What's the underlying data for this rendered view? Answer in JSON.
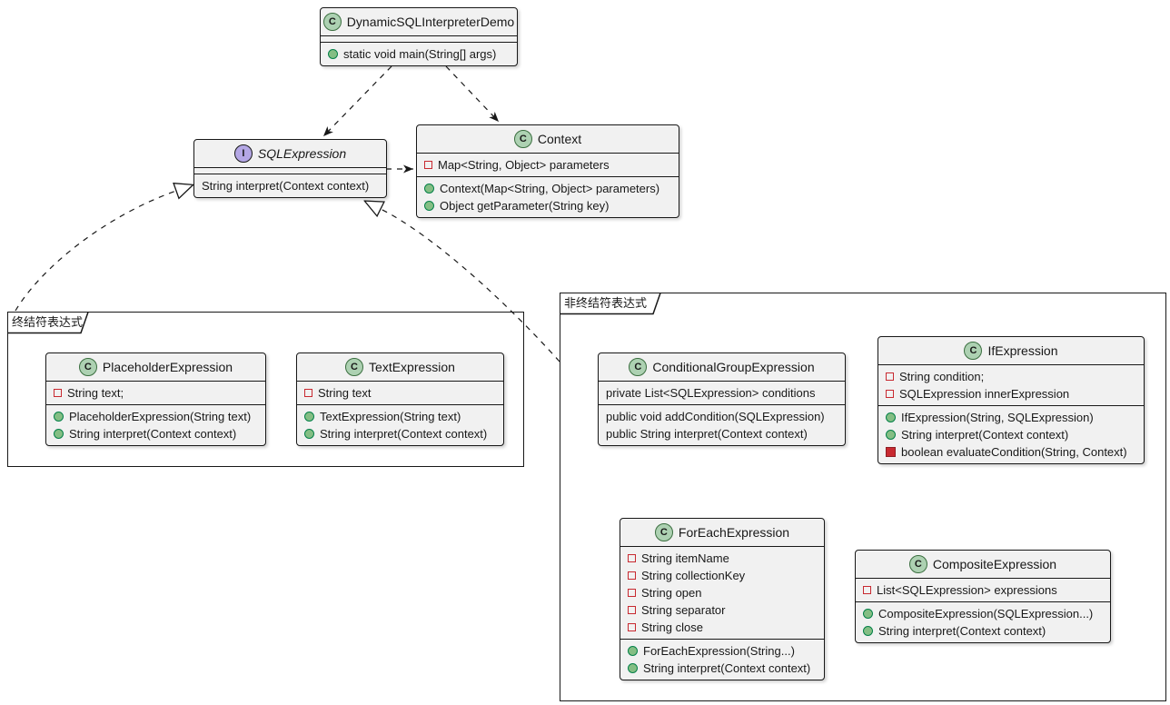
{
  "frames": {
    "terminal": {
      "label": "终结符表达式"
    },
    "nonterminal": {
      "label": "非终结符表达式"
    }
  },
  "classes": {
    "demo": {
      "spot": "C",
      "name": "DynamicSQLInterpreterDemo",
      "methods": {
        "main": "static void main(String[] args)"
      }
    },
    "sqlExpression": {
      "spot": "I",
      "name": "SQLExpression",
      "methods": {
        "interpret": "String interpret(Context context)"
      }
    },
    "context": {
      "spot": "C",
      "name": "Context",
      "fields": {
        "parameters": "Map<String, Object> parameters"
      },
      "methods": {
        "constructor": "Context(Map<String, Object> parameters)",
        "getParameter": "Object getParameter(String key)"
      }
    },
    "placeholderExpression": {
      "spot": "C",
      "name": "PlaceholderExpression",
      "fields": {
        "text": "String text;"
      },
      "methods": {
        "constructor": "PlaceholderExpression(String text)",
        "interpret": "String interpret(Context context)"
      }
    },
    "textExpression": {
      "spot": "C",
      "name": "TextExpression",
      "fields": {
        "text": "String text"
      },
      "methods": {
        "constructor": "TextExpression(String text)",
        "interpret": "String interpret(Context context)"
      }
    },
    "conditionalGroupExpression": {
      "spot": "C",
      "name": "ConditionalGroupExpression",
      "fields": {
        "conditions": "private List<SQLExpression> conditions"
      },
      "methods": {
        "addCondition": "public void addCondition(SQLExpression)",
        "interpret": "public String interpret(Context context)"
      }
    },
    "ifExpression": {
      "spot": "C",
      "name": "IfExpression",
      "fields": {
        "condition": "String condition;",
        "innerExpression": "SQLExpression innerExpression"
      },
      "methods": {
        "constructor": "IfExpression(String, SQLExpression)",
        "interpret": "String interpret(Context context)",
        "evaluateCondition": "boolean evaluateCondition(String, Context)"
      }
    },
    "forEachExpression": {
      "spot": "C",
      "name": "ForEachExpression",
      "fields": {
        "itemName": "String itemName",
        "collectionKey": "String collectionKey",
        "open": "String open",
        "separator": "String separator",
        "close": "String close"
      },
      "methods": {
        "constructor": "ForEachExpression(String...)",
        "interpret": "String interpret(Context context)"
      }
    },
    "compositeExpression": {
      "spot": "C",
      "name": "CompositeExpression",
      "fields": {
        "expressions": "List<SQLExpression> expressions"
      },
      "methods": {
        "constructor": "CompositeExpression(SQLExpression...)",
        "interpret": "String interpret(Context context)"
      }
    }
  },
  "relations": [
    {
      "from": "DynamicSQLInterpreterDemo",
      "to": "SQLExpression",
      "type": "dependency",
      "style": "dashed"
    },
    {
      "from": "DynamicSQLInterpreterDemo",
      "to": "Context",
      "type": "dependency",
      "style": "dashed"
    },
    {
      "from": "SQLExpression",
      "to": "Context",
      "type": "dependency",
      "style": "dashed"
    },
    {
      "from": "终结符表达式",
      "to": "SQLExpression",
      "type": "realization",
      "style": "dashed"
    },
    {
      "from": "非终结符表达式",
      "to": "SQLExpression",
      "type": "realization",
      "style": "dashed"
    }
  ],
  "colors": {
    "box_fill": "#F1F1F1",
    "border": "#181818",
    "class_spot_fill": "#ADD1B2",
    "interface_spot_fill": "#B4A7E5",
    "private_red": "#C82930",
    "public_green_fill": "#84BE84",
    "public_green_border": "#038048"
  }
}
